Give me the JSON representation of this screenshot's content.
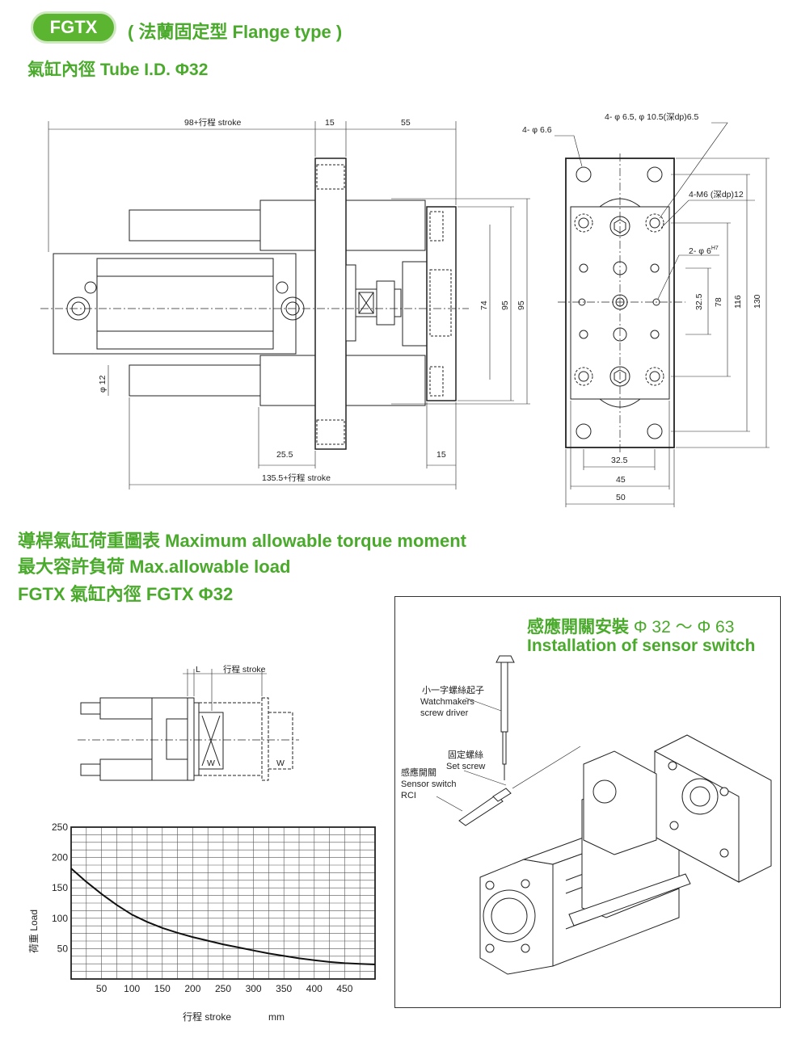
{
  "header": {
    "badge": "FGTX",
    "type_label": "( 法蘭固定型 Flange type )",
    "tube_label": "氣缸內徑 Tube I.D. Φ32"
  },
  "front_view_dims": {
    "top_left": "98+行程 stroke",
    "top_mid": "15",
    "top_right": "55",
    "rod_dia": "φ 12",
    "bottom_left": "25.5",
    "bottom_right": "15",
    "bottom_total": "135.5+行程 stroke",
    "h74": "74",
    "h95a": "95",
    "h95b": "95"
  },
  "side_view_dims": {
    "holes_a": "4- φ 6.6",
    "holes_b": "4- φ 6.5,  φ 10.5(深dp)6.5",
    "thread": "4-M6 (深dp)12",
    "pin": "2- φ 6",
    "pin_sup": "H7",
    "v32": "32.5",
    "v78": "78",
    "v116": "116",
    "v130": "130",
    "b32": "32.5",
    "b45": "45",
    "b50": "50"
  },
  "headings": {
    "h1": "導桿氣缸荷重圖表 Maximum allowable torque moment",
    "h2": "最大容許負荷 Max.allowable load",
    "h3": "FGTX 氣缸內徑 FGTX Φ32"
  },
  "small_diagram": {
    "l_label": "L",
    "stroke_label": "行程 stroke",
    "w_label": "W"
  },
  "chart_data": {
    "type": "line",
    "xlabel": "行程 stroke",
    "xunit": "mm",
    "ylabel": "荷重 Load",
    "xlim": [
      0,
      500
    ],
    "ylim": [
      0,
      250
    ],
    "xticks": [
      50,
      100,
      150,
      200,
      250,
      300,
      350,
      400,
      450
    ],
    "yticks": [
      50,
      100,
      150,
      200,
      250
    ],
    "grid": true,
    "series": [
      {
        "x": [
          0,
          25,
          50,
          75,
          100,
          125,
          150,
          175,
          200,
          225,
          250,
          275,
          300,
          325,
          350,
          375,
          400,
          425,
          450,
          475,
          500
        ],
        "values": [
          182,
          160,
          140,
          122,
          106,
          94,
          84,
          76,
          69,
          63,
          57,
          52,
          47,
          42,
          38,
          34,
          31,
          28,
          26,
          25,
          24
        ]
      }
    ]
  },
  "sensor": {
    "title_cn": "感應開關安裝",
    "title_range": " Φ 32 ～ Φ 63",
    "title_en": "Installation of sensor switch",
    "driver_cn": "小一字螺絲起子",
    "driver_en1": "Watchmakers",
    "driver_en2": "screw driver",
    "set_cn": "固定螺絲",
    "set_en": "Set screw",
    "switch_cn": "感應開關",
    "switch_en": "Sensor switch",
    "switch_code": "RCI"
  }
}
